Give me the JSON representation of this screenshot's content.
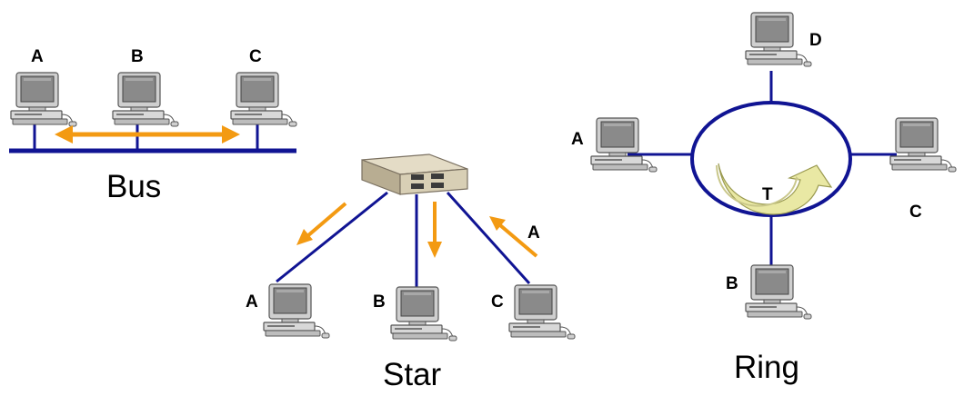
{
  "colors": {
    "link": "#101493",
    "arrow": "#f39a12",
    "ring_arrow_fill": "#e9e8a4",
    "computer_body": "#d4d4d4",
    "computer_screen": "#8c8c8c"
  },
  "bus": {
    "title": "Bus",
    "nodes": [
      "A",
      "B",
      "C"
    ]
  },
  "star": {
    "title": "Star",
    "hub_icon": "network-switch-icon",
    "nodes": [
      "A",
      "B",
      "C"
    ],
    "arrow_label": "A"
  },
  "ring": {
    "title": "Ring",
    "token_label": "T",
    "nodes": {
      "top": "D",
      "left": "A",
      "right": "C",
      "bottom": "B"
    }
  }
}
